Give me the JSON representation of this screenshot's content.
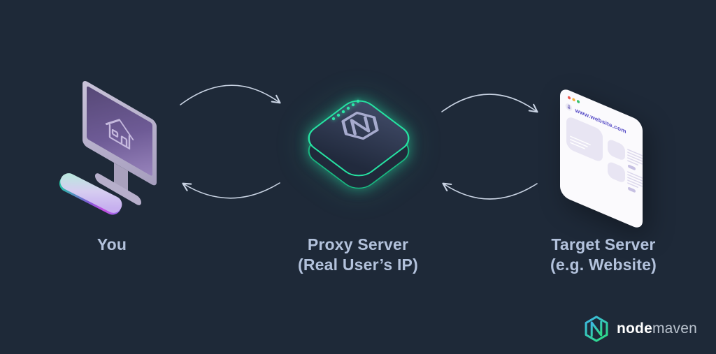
{
  "nodes": {
    "you": {
      "label": "You"
    },
    "proxy": {
      "label": "Proxy Server",
      "sublabel": "(Real User’s IP)"
    },
    "target": {
      "label": "Target Server",
      "sublabel": "(e.g. Website)",
      "browser_url": "www.website.com"
    }
  },
  "brand": {
    "bold": "node",
    "light": "maven"
  },
  "icons": {
    "computer": "desktop-computer-with-house-screen",
    "house": "house-icon",
    "proxy_device": "glowing-proxy-box",
    "proxy_mark": "nodemaven-hexagon-n",
    "browser": "browser-window",
    "lock": "lock-icon",
    "traffic_dots": "browser-traffic-light-dots",
    "arrows": "circular-exchange-arrows",
    "brand_logo": "nodemaven-logo"
  },
  "colors": {
    "background": "#1e2938",
    "label_text": "#b3c2dc",
    "arrow": "#c9d3e3",
    "accent_green": "#26e2a2",
    "screen_purple": "#6e5b96",
    "url_text": "#564bc6",
    "brand_gradient_start": "#3eb6e8",
    "brand_gradient_end": "#2ed98a"
  }
}
